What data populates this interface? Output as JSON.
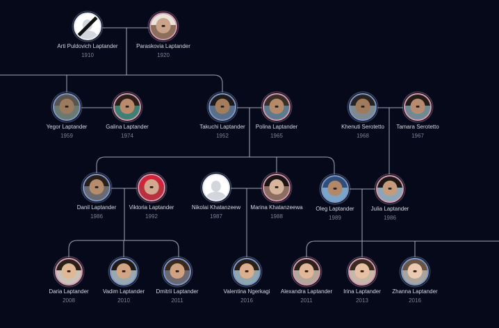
{
  "people": [
    {
      "id": "arti",
      "name": "Arti Puldovich Laptander",
      "year": "1910",
      "gender": "male",
      "avatar": "silhouette-mourning-icon"
    },
    {
      "id": "paraskovia",
      "name": "Paraskovia Laptander",
      "year": "1920",
      "gender": "female",
      "avatar": "portrait",
      "skin": "#c9a48a",
      "hair": "#e9e3dc",
      "bg": "#8b6f5c"
    },
    {
      "id": "yegor",
      "name": "Yegor Laptander",
      "year": "1959",
      "gender": "male",
      "avatar": "portrait",
      "skin": "#9b7a5e",
      "hair": "#5a5450",
      "bg": "#6b7a70"
    },
    {
      "id": "galina",
      "name": "Galina Laptander",
      "year": "1974",
      "gender": "female",
      "avatar": "portrait",
      "skin": "#b98a6c",
      "hair": "#2d1e18",
      "bg": "#3f7f74"
    },
    {
      "id": "takuchi",
      "name": "Takuchi Laptander",
      "year": "1952",
      "gender": "male",
      "avatar": "portrait",
      "skin": "#a47c5e",
      "hair": "#1e1a18",
      "bg": "#5a6f8a"
    },
    {
      "id": "polina",
      "name": "Polina Laptander",
      "year": "1965",
      "gender": "female",
      "avatar": "portrait",
      "skin": "#b58a6a",
      "hair": "#3a2e25",
      "bg": "#5e7a8e"
    },
    {
      "id": "khenuti",
      "name": "Khenuti Serotetto",
      "year": "1968",
      "gender": "male",
      "avatar": "portrait",
      "skin": "#a07a5c",
      "hair": "#2a2220",
      "bg": "#7f8a90"
    },
    {
      "id": "tamara",
      "name": "Tamara Serotetto",
      "year": "1967",
      "gender": "female",
      "avatar": "portrait",
      "skin": "#b68c70",
      "hair": "#241a16",
      "bg": "#6f8a94"
    },
    {
      "id": "danil",
      "name": "Danil Laptander",
      "year": "1986",
      "gender": "male",
      "avatar": "portrait",
      "skin": "#b58c6c",
      "hair": "#2a1f1a",
      "bg": "#6a6a70"
    },
    {
      "id": "viktoria",
      "name": "Viktoria Laptander",
      "year": "1992",
      "gender": "female",
      "avatar": "portrait",
      "skin": "#d2a890",
      "hair": "#d0243a",
      "bg": "#b9303e"
    },
    {
      "id": "nikolai",
      "name": "Nikolai Khatanzeew",
      "year": "1987",
      "gender": "male",
      "avatar": "silhouette"
    },
    {
      "id": "marina",
      "name": "Marina Khatanzeewa",
      "year": "1988",
      "gender": "female",
      "avatar": "portrait",
      "skin": "#d7b49c",
      "hair": "#1a1412",
      "bg": "#8c6e60"
    },
    {
      "id": "oleg",
      "name": "Oleg Laptander",
      "year": "1989",
      "gender": "male",
      "avatar": "portrait",
      "skin": "#b38868",
      "hair": "#2f4f7a",
      "bg": "#7aa4c8"
    },
    {
      "id": "julia",
      "name": "Julia Laptander",
      "year": "1986",
      "gender": "female",
      "avatar": "portrait",
      "skin": "#c69a7c",
      "hair": "#1c1614",
      "bg": "#8aa6b8"
    },
    {
      "id": "daria",
      "name": "Daria Laptander",
      "year": "2008",
      "gender": "female",
      "avatar": "portrait",
      "skin": "#e0b896",
      "hair": "#2a1e18",
      "bg": "#c9c2b8"
    },
    {
      "id": "vadim",
      "name": "Vadim Laptander",
      "year": "2010",
      "gender": "male",
      "avatar": "portrait",
      "skin": "#d2a684",
      "hair": "#221a16",
      "bg": "#9aa8b0"
    },
    {
      "id": "dmitrii",
      "name": "Dmitrii Laptander",
      "year": "2011",
      "gender": "male",
      "avatar": "portrait",
      "skin": "#d0a282",
      "hair": "#3a2a1e",
      "bg": "#6a6870"
    },
    {
      "id": "valentina",
      "name": "Valentina Ngerkagi",
      "year": "2016",
      "gender": "male",
      "avatar": "portrait",
      "skin": "#dcb08e",
      "hair": "#2a2018",
      "bg": "#8fa6b0"
    },
    {
      "id": "alexandra",
      "name": "Alexandra Laptander",
      "year": "2011",
      "gender": "female",
      "avatar": "portrait",
      "skin": "#e2b898",
      "hair": "#2c201a",
      "bg": "#b4a69a"
    },
    {
      "id": "irina",
      "name": "Irina Laptander",
      "year": "2013",
      "gender": "female",
      "avatar": "portrait",
      "skin": "#e8c0a4",
      "hair": "#3a2a20",
      "bg": "#c8b6aa"
    },
    {
      "id": "zhanna",
      "name": "Zhanna Laptander",
      "year": "2016",
      "gender": "male",
      "avatar": "portrait",
      "skin": "#eccab2",
      "hair": "#6a5444",
      "bg": "#a8a49e"
    }
  ],
  "colors": {
    "background": "#05091a",
    "connector": "#aab4c4",
    "ring_male": "#7f97c8",
    "ring_female": "#d49aae"
  }
}
